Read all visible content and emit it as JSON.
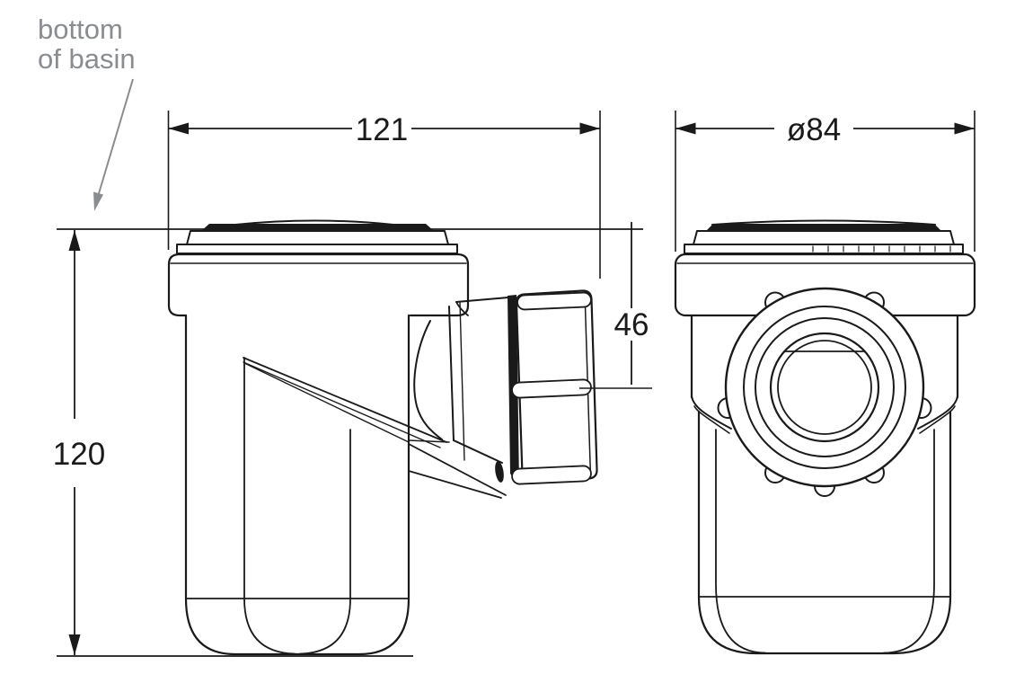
{
  "drawing": {
    "type": "technical-drawing",
    "subject": "bottle trap - side and front orthographic views"
  },
  "annotation": {
    "line1": "bottom",
    "line2": "of basin"
  },
  "dimensions": {
    "side_width": "121",
    "front_diameter": "ø84",
    "outlet_drop": "46",
    "total_height": "120"
  },
  "colors": {
    "line": "#1a1a1a",
    "annotation_gray": "#8a8d90",
    "background": "#ffffff"
  }
}
